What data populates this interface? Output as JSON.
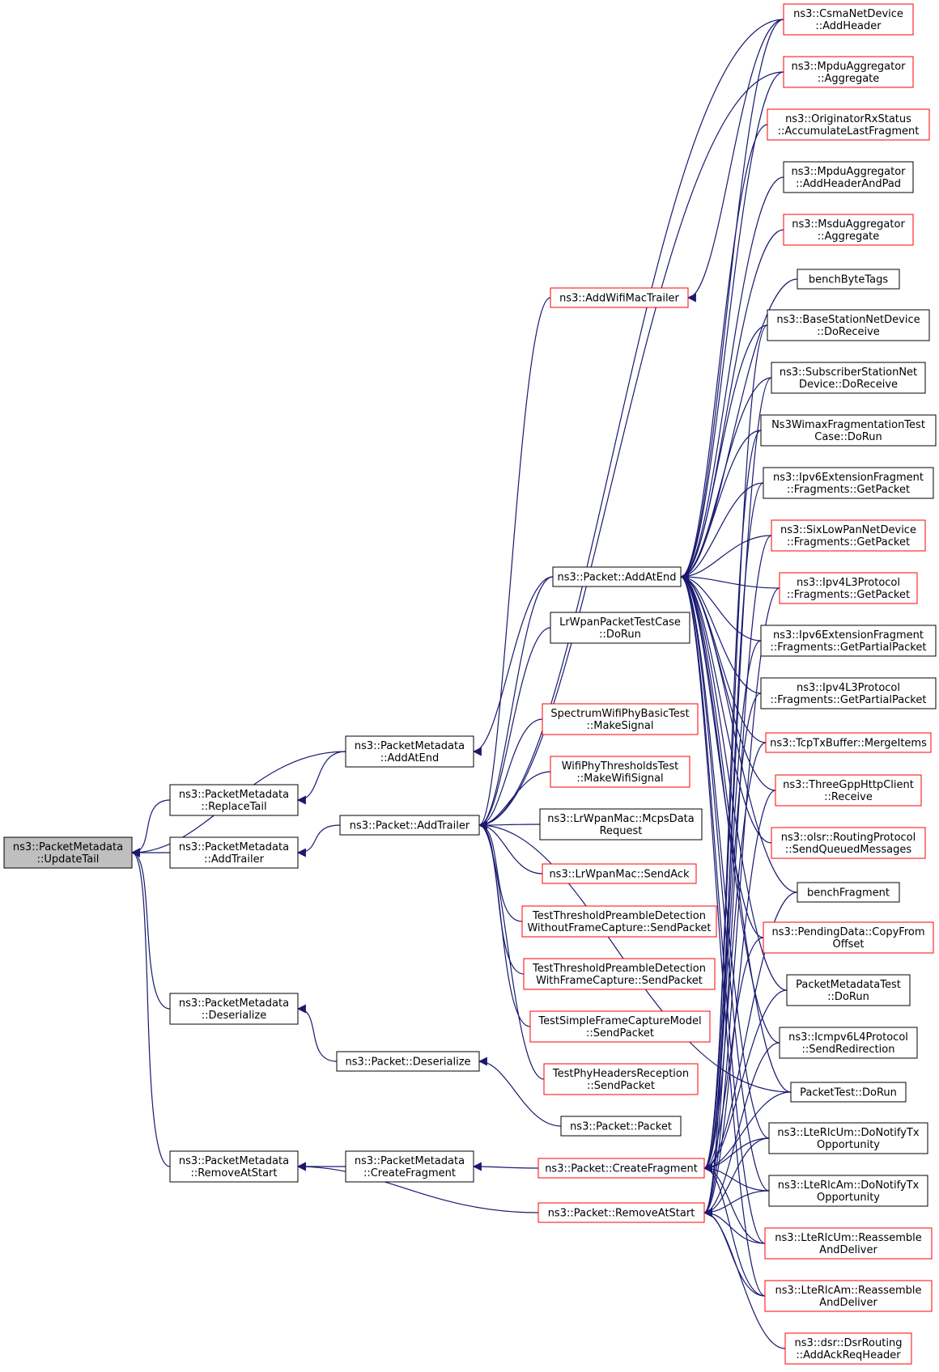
{
  "colors": {
    "edge": "#191970",
    "highlight_border": "#ff0000",
    "normal_border": "#000000",
    "focus_fill": "#bfbfbf"
  },
  "nodes": [
    {
      "id": "n0",
      "lines": [
        "ns3::PacketMetadata",
        "::UpdateTail"
      ],
      "style": "focus"
    },
    {
      "id": "n1",
      "lines": [
        "ns3::PacketMetadata",
        "::ReplaceTail"
      ],
      "style": "normal"
    },
    {
      "id": "n2",
      "lines": [
        "ns3::PacketMetadata",
        "::AddTrailer"
      ],
      "style": "normal"
    },
    {
      "id": "n3",
      "lines": [
        "ns3::PacketMetadata",
        "::Deserialize"
      ],
      "style": "normal"
    },
    {
      "id": "n4",
      "lines": [
        "ns3::PacketMetadata",
        "::RemoveAtStart"
      ],
      "style": "normal"
    },
    {
      "id": "n5",
      "lines": [
        "ns3::PacketMetadata",
        "::AddAtEnd"
      ],
      "style": "normal"
    },
    {
      "id": "n6",
      "lines": [
        "ns3::Packet::AddTrailer"
      ],
      "style": "normal"
    },
    {
      "id": "n7",
      "lines": [
        "ns3::Packet::Deserialize"
      ],
      "style": "normal"
    },
    {
      "id": "n8",
      "lines": [
        "ns3::PacketMetadata",
        "::CreateFragment"
      ],
      "style": "normal"
    },
    {
      "id": "n9",
      "lines": [
        "ns3::AddWifiMacTrailer"
      ],
      "style": "red"
    },
    {
      "id": "n10",
      "lines": [
        "ns3::Packet::AddAtEnd"
      ],
      "style": "normal"
    },
    {
      "id": "n11",
      "lines": [
        "LrWpanPacketTestCase",
        "::DoRun"
      ],
      "style": "normal"
    },
    {
      "id": "n12",
      "lines": [
        "SpectrumWifiPhyBasicTest",
        "::MakeSignal"
      ],
      "style": "red"
    },
    {
      "id": "n13",
      "lines": [
        "WifiPhyThresholdsTest",
        "::MakeWifiSignal"
      ],
      "style": "red"
    },
    {
      "id": "n14",
      "lines": [
        "ns3::LrWpanMac::McpsData",
        "Request"
      ],
      "style": "normal"
    },
    {
      "id": "n15",
      "lines": [
        "ns3::LrWpanMac::SendAck"
      ],
      "style": "red"
    },
    {
      "id": "n16",
      "lines": [
        "TestThresholdPreambleDetection",
        "WithoutFrameCapture::SendPacket"
      ],
      "style": "red"
    },
    {
      "id": "n17",
      "lines": [
        "TestThresholdPreambleDetection",
        "WithFrameCapture::SendPacket"
      ],
      "style": "red"
    },
    {
      "id": "n18",
      "lines": [
        "TestSimpleFrameCaptureModel",
        "::SendPacket"
      ],
      "style": "red"
    },
    {
      "id": "n19",
      "lines": [
        "TestPhyHeadersReception",
        "::SendPacket"
      ],
      "style": "red"
    },
    {
      "id": "n20",
      "lines": [
        "ns3::Packet::Packet"
      ],
      "style": "normal"
    },
    {
      "id": "n21",
      "lines": [
        "ns3::Packet::CreateFragment"
      ],
      "style": "red"
    },
    {
      "id": "n22",
      "lines": [
        "ns3::Packet::RemoveAtStart"
      ],
      "style": "red"
    },
    {
      "id": "n23",
      "lines": [
        "ns3::CsmaNetDevice",
        "::AddHeader"
      ],
      "style": "red"
    },
    {
      "id": "n24",
      "lines": [
        "ns3::MpduAggregator",
        "::Aggregate"
      ],
      "style": "red"
    },
    {
      "id": "n25",
      "lines": [
        "ns3::OriginatorRxStatus",
        "::AccumulateLastFragment"
      ],
      "style": "red"
    },
    {
      "id": "n26",
      "lines": [
        "ns3::MpduAggregator",
        "::AddHeaderAndPad"
      ],
      "style": "normal"
    },
    {
      "id": "n27",
      "lines": [
        "ns3::MsduAggregator",
        "::Aggregate"
      ],
      "style": "red"
    },
    {
      "id": "n28",
      "lines": [
        "benchByteTags"
      ],
      "style": "normal"
    },
    {
      "id": "n29",
      "lines": [
        "ns3::BaseStationNetDevice",
        "::DoReceive"
      ],
      "style": "normal"
    },
    {
      "id": "n30",
      "lines": [
        "ns3::SubscriberStationNet",
        "Device::DoReceive"
      ],
      "style": "normal"
    },
    {
      "id": "n31",
      "lines": [
        "Ns3WimaxFragmentationTest",
        "Case::DoRun"
      ],
      "style": "normal"
    },
    {
      "id": "n32",
      "lines": [
        "ns3::Ipv6ExtensionFragment",
        "::Fragments::GetPacket"
      ],
      "style": "normal"
    },
    {
      "id": "n33",
      "lines": [
        "ns3::SixLowPanNetDevice",
        "::Fragments::GetPacket"
      ],
      "style": "red"
    },
    {
      "id": "n34",
      "lines": [
        "ns3::Ipv4L3Protocol",
        "::Fragments::GetPacket"
      ],
      "style": "red"
    },
    {
      "id": "n35",
      "lines": [
        "ns3::Ipv6ExtensionFragment",
        "::Fragments::GetPartialPacket"
      ],
      "style": "normal"
    },
    {
      "id": "n36",
      "lines": [
        "ns3::Ipv4L3Protocol",
        "::Fragments::GetPartialPacket"
      ],
      "style": "normal"
    },
    {
      "id": "n37",
      "lines": [
        "ns3::TcpTxBuffer::MergeItems"
      ],
      "style": "red"
    },
    {
      "id": "n38",
      "lines": [
        "ns3::ThreeGppHttpClient",
        "::Receive"
      ],
      "style": "red"
    },
    {
      "id": "n39",
      "lines": [
        "ns3::olsr::RoutingProtocol",
        "::SendQueuedMessages"
      ],
      "style": "red"
    },
    {
      "id": "n40",
      "lines": [
        "benchFragment"
      ],
      "style": "normal"
    },
    {
      "id": "n41",
      "lines": [
        "ns3::PendingData::CopyFrom",
        "Offset"
      ],
      "style": "red"
    },
    {
      "id": "n42",
      "lines": [
        "PacketMetadataTest",
        "::DoRun"
      ],
      "style": "normal"
    },
    {
      "id": "n43",
      "lines": [
        "ns3::Icmpv6L4Protocol",
        "::SendRedirection"
      ],
      "style": "normal"
    },
    {
      "id": "n44",
      "lines": [
        "PacketTest::DoRun"
      ],
      "style": "normal"
    },
    {
      "id": "n45",
      "lines": [
        "ns3::LteRlcUm::DoNotifyTx",
        "Opportunity"
      ],
      "style": "normal"
    },
    {
      "id": "n46",
      "lines": [
        "ns3::LteRlcAm::DoNotifyTx",
        "Opportunity"
      ],
      "style": "normal"
    },
    {
      "id": "n47",
      "lines": [
        "ns3::LteRlcUm::Reassemble",
        "AndDeliver"
      ],
      "style": "red"
    },
    {
      "id": "n48",
      "lines": [
        "ns3::LteRlcAm::Reassemble",
        "AndDeliver"
      ],
      "style": "red"
    },
    {
      "id": "n49",
      "lines": [
        "ns3::dsr::DsrRouting",
        "::AddAckReqHeader"
      ],
      "style": "red"
    }
  ]
}
